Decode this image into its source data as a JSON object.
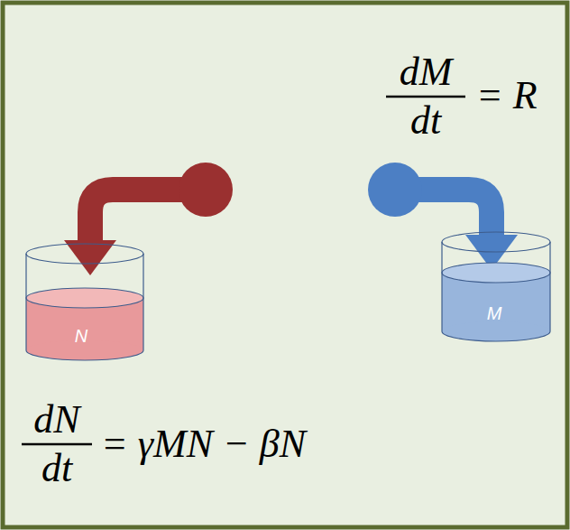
{
  "diagram": {
    "nodes": [
      {
        "text": [
          "N"
        ]
      },
      {
        "text": [
          "M"
        ]
      }
    ],
    "labels": [
      "dM",
      "dt",
      "= R",
      "dN",
      "dt",
      "= γMN − βN"
    ]
  }
}
